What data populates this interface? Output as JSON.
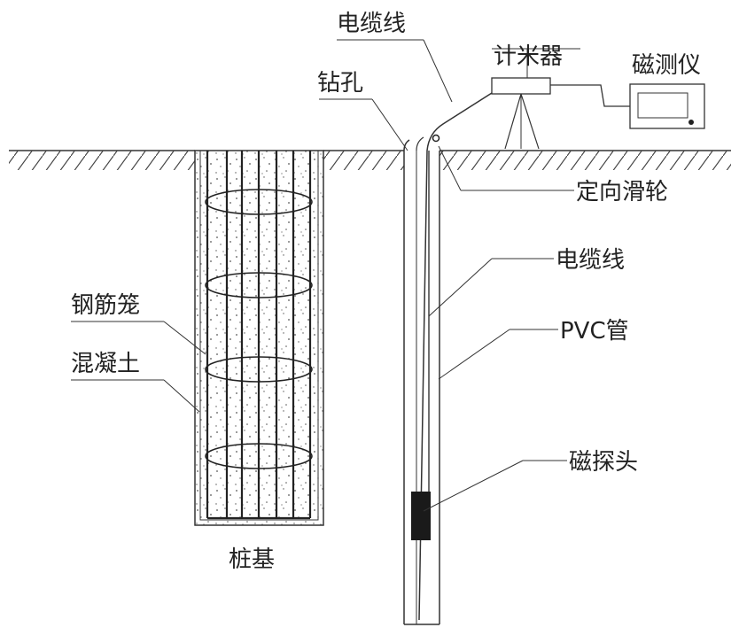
{
  "labels": {
    "cable_top": "电缆线",
    "counter": "计米器",
    "magnetometer": "磁测仪",
    "borehole": "钻孔",
    "pulley": "定向滑轮",
    "cable_mid": "电缆线",
    "pvc_pipe": "PVC管",
    "rebar_cage": "钢筋笼",
    "concrete": "混凝土",
    "probe": "磁探头",
    "pile": "桩基"
  }
}
